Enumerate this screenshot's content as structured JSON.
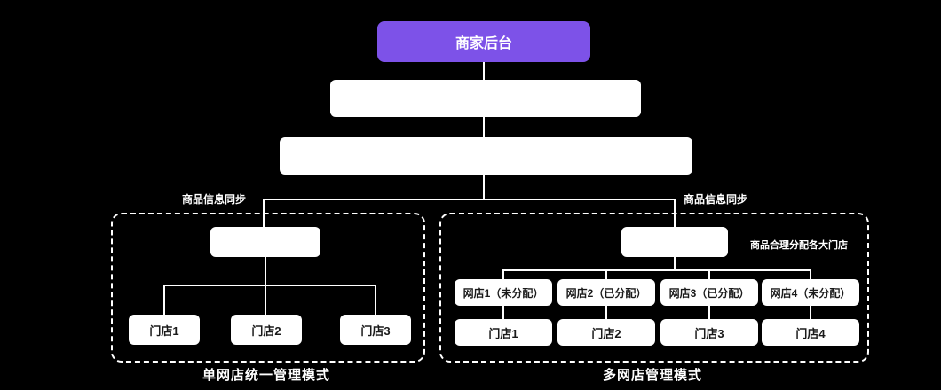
{
  "colors": {
    "background": "#000000",
    "accent_purple": "#7d52e8",
    "box_white": "#ffffff",
    "line_white": "#ffffff",
    "text_dark": "#1a1a1a"
  },
  "root": {
    "label": "商家后台"
  },
  "level2": {
    "label": ""
  },
  "level3": {
    "label": ""
  },
  "left_group": {
    "sync_label": "商品信息同步",
    "parent_label": "",
    "stores": [
      "门店1",
      "门店2",
      "门店3"
    ],
    "caption": "单网店统一管理模式"
  },
  "right_group": {
    "sync_label": "商品信息同步",
    "parent_label": "",
    "note": "商品合理分配各大门店",
    "shops": [
      "网店1（未分配）",
      "网店2（已分配）",
      "网店3（已分配）",
      "网店4（未分配）"
    ],
    "stores": [
      "门店1",
      "门店2",
      "门店3",
      "门店4"
    ],
    "caption": "多网店管理模式"
  }
}
